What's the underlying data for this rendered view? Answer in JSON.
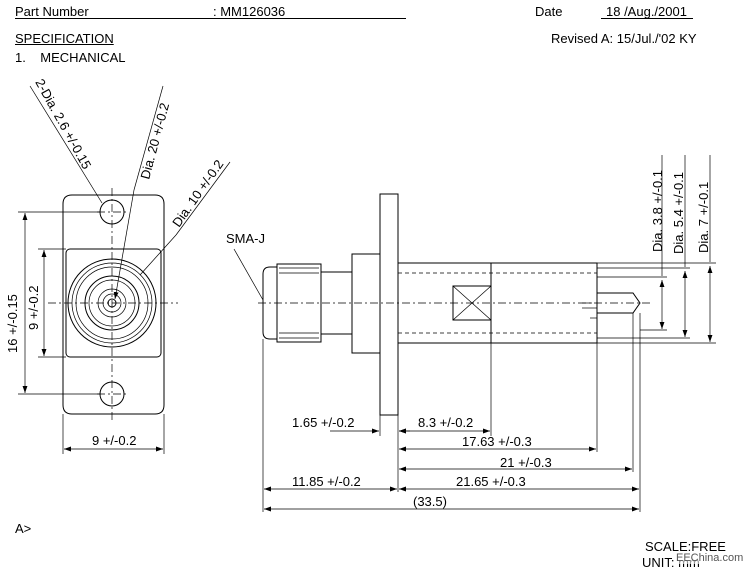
{
  "header": {
    "part_number_label": "Part Number",
    "part_number_value": ": MM126036",
    "date_label": "Date",
    "date_value": "18 /Aug./2001",
    "specification": "SPECIFICATION",
    "section": "1.    MECHANICAL",
    "revision": "Revised A: 15/Jul./'02 KY"
  },
  "drawing": {
    "labels": {
      "hole_dia": "2-Dia. 2.6 +/-0.15",
      "outer_dia": "Dia. 20 +/-0.2",
      "inner_dia": "Dia. 10 +/-0.2",
      "connector_type": "SMA-J",
      "height_16": "16 +/-0.15",
      "height_9": "9 +/-0.2",
      "width_9": "9 +/-0.2",
      "pin_dia": "Dia. 3.8 +/-0.1",
      "mid_dia": "Dia. 5.4 +/-0.1",
      "body_dia": "Dia. 7 +/-0.1",
      "flange_thk": "1.65 +/-0.2",
      "len_8_3": "8.3 +/-0.2",
      "len_17_63": "17.63 +/-0.3",
      "len_21": "21 +/-0.3",
      "len_11_85": "11.85 +/-0.2",
      "len_21_65": "21.65 +/-0.3",
      "total_len": "(33.5)"
    }
  },
  "footer": {
    "revision_marker": "A>",
    "scale": "SCALE:FREE",
    "unit": "UNIT: mm",
    "watermark": "EEChina.com"
  }
}
